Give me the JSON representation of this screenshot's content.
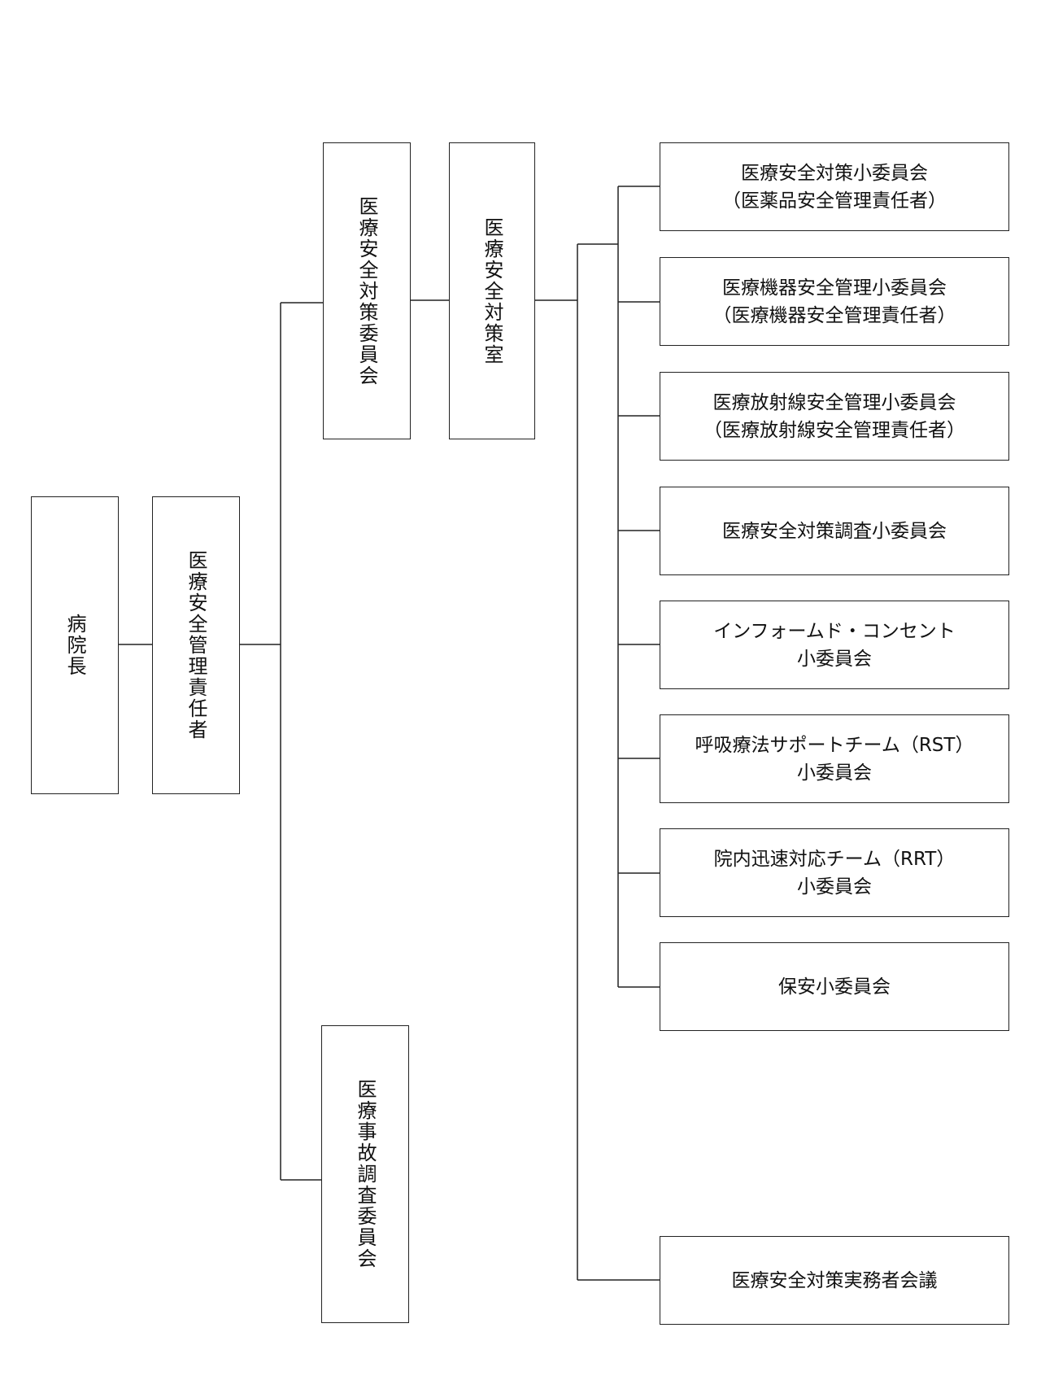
{
  "nodes": {
    "hospital_director": "病院長",
    "safety_manager": "医療安全管理責任者",
    "safety_committee": "医療安全対策委員会",
    "safety_office": "医療安全対策室",
    "accident_committee": "医療事故調査委員会",
    "sub_committees": [
      {
        "line1": "医療安全対策小委員会",
        "line2": "（医薬品安全管理責任者）"
      },
      {
        "line1": "医療機器安全管理小委員会",
        "line2": "（医療機器安全管理責任者）"
      },
      {
        "line1": "医療放射線安全管理小委員会",
        "line2": "（医療放射線安全管理責任者）"
      },
      {
        "line1": "医療安全対策調査小委員会",
        "line2": ""
      },
      {
        "line1": "インフォームド・コンセント",
        "line2": "小委員会"
      },
      {
        "line1": "呼吸療法サポートチーム（RST）",
        "line2": "小委員会"
      },
      {
        "line1": "院内迅速対応チーム（RRT）",
        "line2": "小委員会"
      },
      {
        "line1": "保安小委員会",
        "line2": ""
      }
    ],
    "practitioners_meeting": "医療安全対策実務者会議"
  },
  "colors": {
    "line": "#222222",
    "background": "#ffffff"
  }
}
